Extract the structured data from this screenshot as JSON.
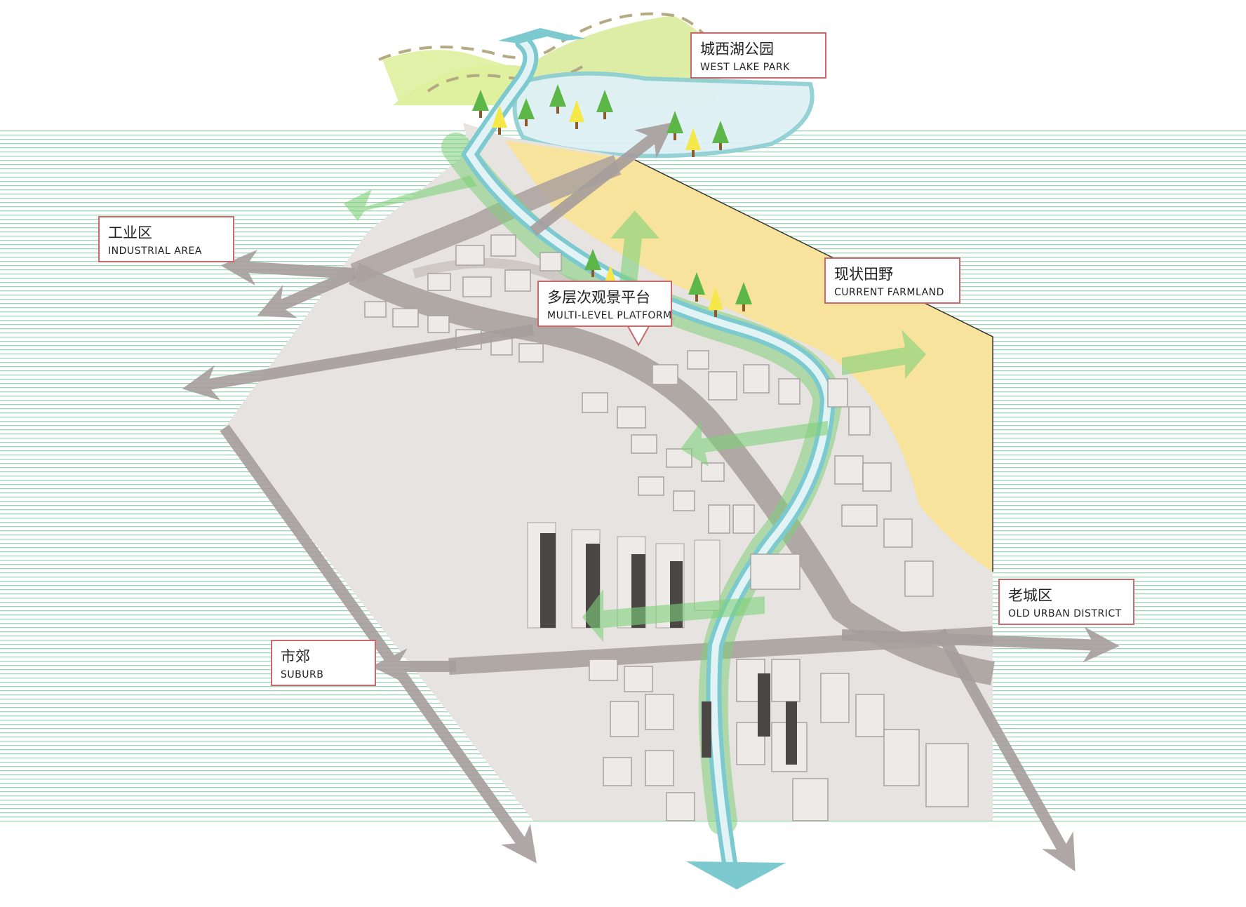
{
  "labels": {
    "west_lake_park": {
      "zh": "城西湖公园",
      "en": "WEST LAKE PARK"
    },
    "industrial_area": {
      "zh": "工业区",
      "en": "INDUSTRIAL AREA"
    },
    "current_farmland": {
      "zh": "现状田野",
      "en": "CURRENT FARMLAND"
    },
    "platform": {
      "zh": "多层次观景平台",
      "en": "MULTI-LEVEL PLATFORM"
    },
    "old_urban": {
      "zh": "老城区",
      "en": "OLD URBAN DISTRICT"
    },
    "suburb": {
      "zh": "市郊",
      "en": "SUBURB"
    }
  },
  "colors": {
    "stripe": "#9fd3b6",
    "ground": "#e6e2df",
    "farmland": "#f8e39c",
    "hill": "#d8ea96",
    "green_flow": "#7fd07a",
    "river": "#7ccad0",
    "river_inner": "#e2f3f5",
    "road": "#aaa19f",
    "arrow_gray": "#a69e9c",
    "building_top": "#eeeae7",
    "building_side": "#a8a2a0",
    "building_dark": "#4a4644",
    "label_border": "#c9696d",
    "tree_green": "#5db648",
    "tree_yellow": "#f6e84a"
  }
}
